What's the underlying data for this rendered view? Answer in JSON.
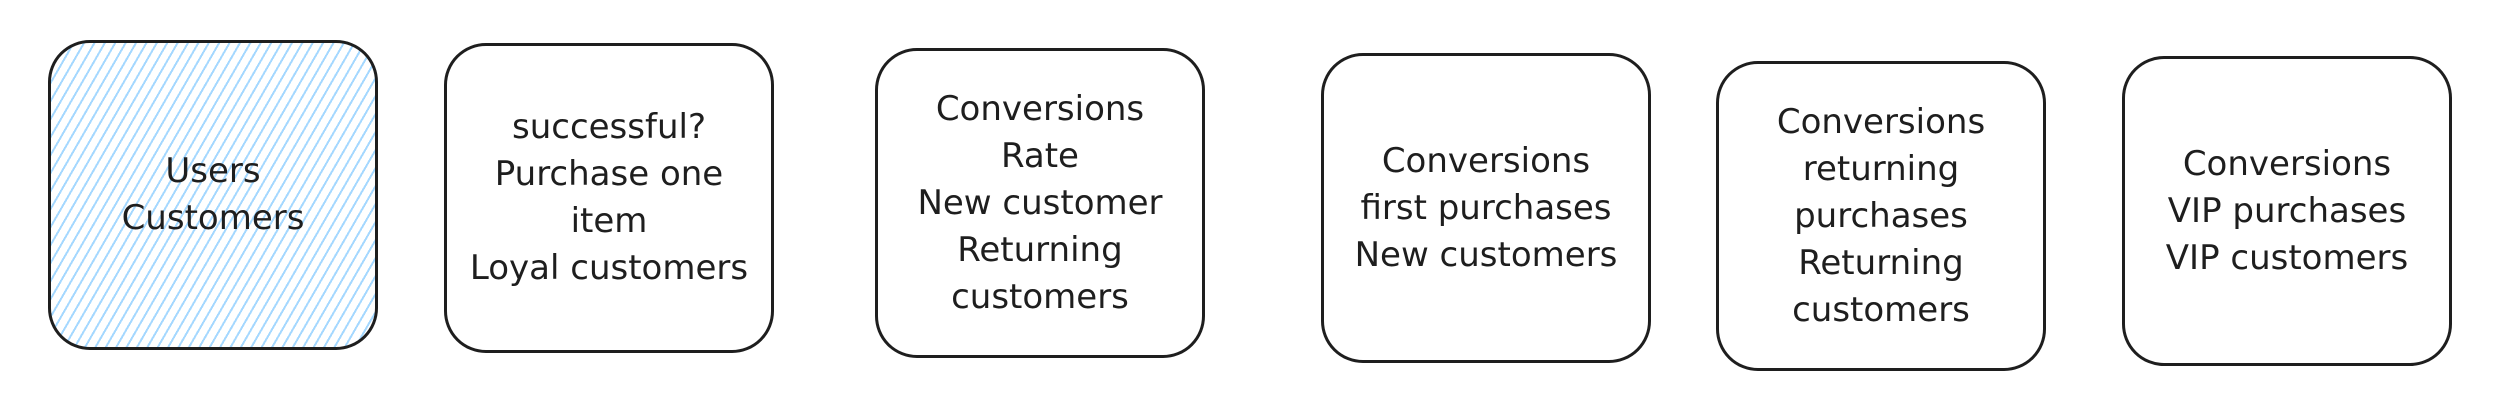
{
  "boxes": [
    {
      "label": "Users\nCustomers",
      "fill": "#a5d8ff",
      "style": "hatched"
    },
    {
      "label": "successful?\nPurchase one\nitem\nLoyal customers"
    },
    {
      "label": "Conversions\nRate\nNew customer\nReturning\ncustomers"
    },
    {
      "label": "Conversions\nfirst purchases\nNew customers"
    },
    {
      "label": "Conversions\nreturning\npurchases\nReturning\ncustomers"
    },
    {
      "label": "Conversions\nVIP purchases\nVIP customers"
    }
  ],
  "colors": {
    "stroke": "#1e1e1e",
    "hatch": "#a5d8ff",
    "background": "#ffffff"
  }
}
